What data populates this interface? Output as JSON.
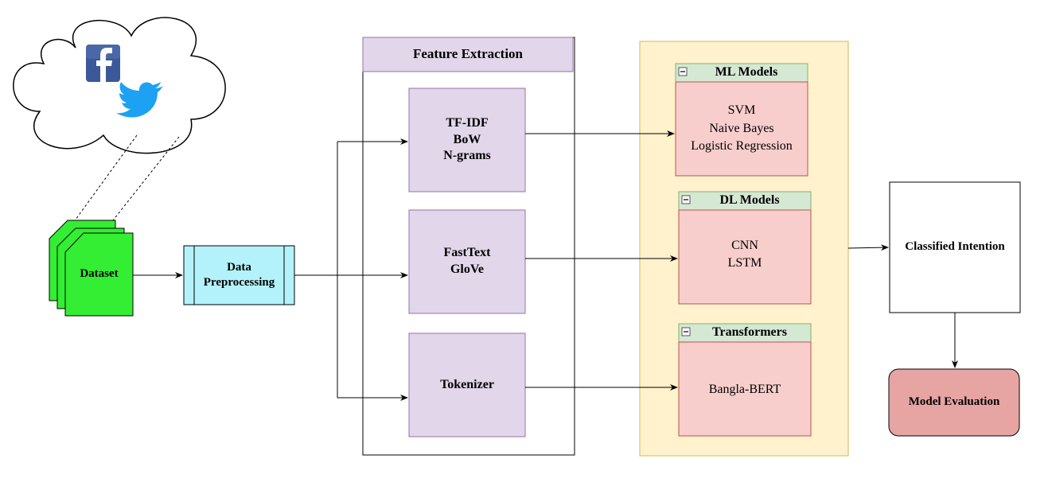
{
  "colors": {
    "dataset": "#33ee33",
    "preprocess": "#b3f2fb",
    "feature_box": "#e2d6ea",
    "model_panel": "#fff2cc",
    "model_header": "#d5e8d4",
    "model_body": "#f8cecc",
    "evaluation": "#e6a4a3"
  },
  "icons": [
    "facebook-icon",
    "twitter-icon",
    "cloud-icon"
  ],
  "dataset": {
    "label": "Dataset"
  },
  "preprocessing": {
    "line1": "Data",
    "line2": "Preprocessing"
  },
  "feature_extraction": {
    "title": "Feature Extraction",
    "box1": [
      "TF-IDF",
      "BoW",
      "N-grams"
    ],
    "box2": [
      "FastText",
      "GloVe"
    ],
    "box3": [
      "Tokenizer"
    ]
  },
  "ml_models": {
    "title": "ML Models",
    "items": [
      "SVM",
      "Naive Bayes",
      "Logistic Regression"
    ]
  },
  "dl_models": {
    "title": "DL Models",
    "items": [
      "CNN",
      "LSTM"
    ]
  },
  "transformers": {
    "title": "Transformers",
    "items": [
      "Bangla-BERT"
    ]
  },
  "classified": {
    "label": "Classified Intention"
  },
  "evaluation": {
    "label": "Model Evaluation"
  }
}
